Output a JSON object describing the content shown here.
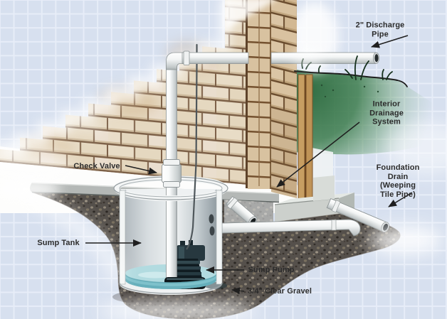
{
  "diagram": {
    "subject": "Sump pump and interior drainage system cutaway illustration",
    "labels": {
      "discharge_pipe": "2\" Discharge Pipe",
      "interior_drainage": "Interior Drainage\nSystem",
      "foundation_drain": "Foundation Drain\n(Weeping Tile Pipe)",
      "check_valve": "Check Valve",
      "sump_tank": "Sump Tank",
      "sump_pump": "Sump Pump",
      "clear_gravel": "3/4\" Clear Gravel"
    },
    "colors": {
      "background": "#d7e0ef",
      "grid_line": "#e7edf8",
      "brick": "#e8dcc6",
      "mortar": "#7d6148",
      "concrete_slab": "#b4b8b6",
      "soil": "#55504b",
      "water": "#7ec1cb",
      "grass": "#2c6a3e",
      "pipe": "#f2f4f4",
      "label_text": "#2c2c2c"
    }
  }
}
